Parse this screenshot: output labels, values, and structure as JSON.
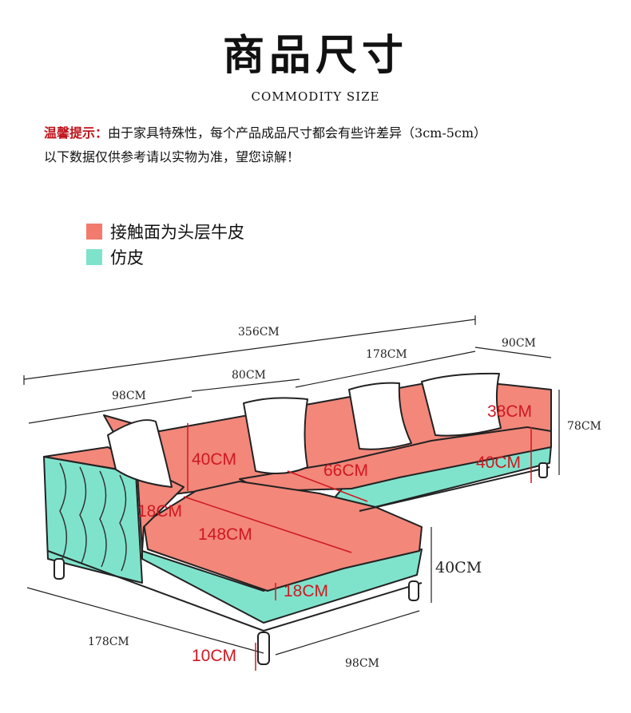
{
  "header": {
    "title": "商品尺寸",
    "subtitle": "COMMODITY SIZE"
  },
  "notice": {
    "label": "温馨提示：",
    "line1": "由于家具特殊性，每个产品成品尺寸都会有些许差异（3cm-5cm）",
    "line2": "以下数据仅供参考请以实物为准，望您谅解！"
  },
  "legend": {
    "items": [
      {
        "label": "接触面为头层牛皮",
        "color": "#f27b6e"
      },
      {
        "label": "仿皮",
        "color": "#7fe3cc"
      }
    ]
  },
  "colors": {
    "leather": "#f2877a",
    "leather_dark": "#e26a5e",
    "faux": "#7fe3cc",
    "faux_dark": "#59c9b1",
    "line": "#222222",
    "dim_red": "#d01820"
  },
  "dimensions": {
    "total_length": "356CM",
    "right_section": "178CM",
    "side_depth": "90CM",
    "middle_section": "80CM",
    "left_section": "98CM",
    "back_height": "38CM",
    "overall_height": "78CM",
    "back_cushion": "40CM",
    "seat_depth": "66CM",
    "right_cushion": "40CM",
    "arm_width": "18CM",
    "chaise_length": "148CM",
    "seat_height": "40CM",
    "seat_thickness": "18CM",
    "bottom_length": "178CM",
    "leg_height": "10CM",
    "chaise_width": "98CM"
  }
}
